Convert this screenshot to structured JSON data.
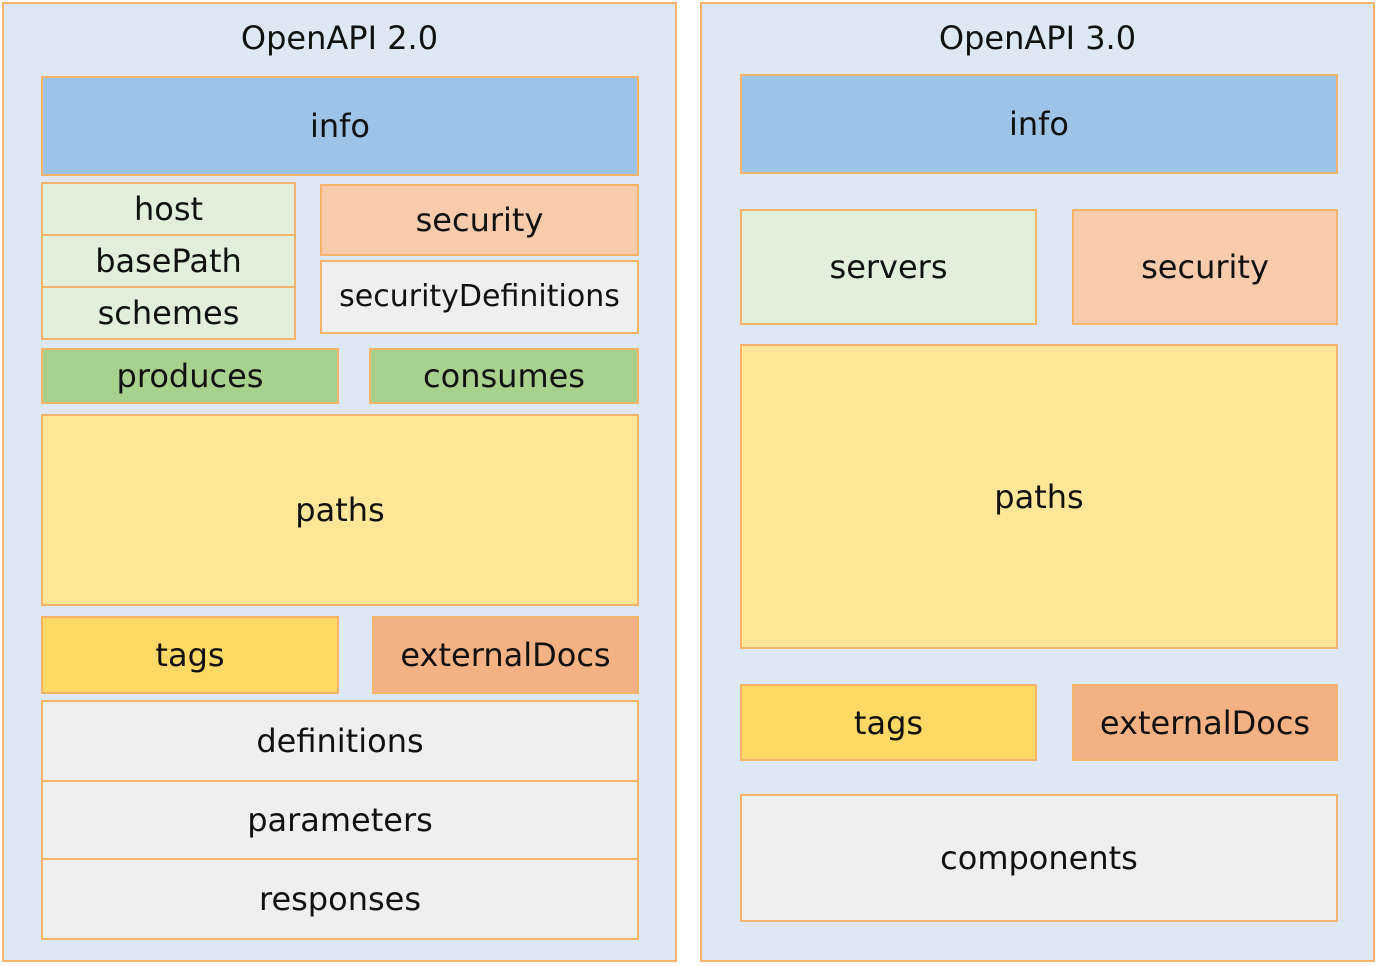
{
  "colors": {
    "panel_bg": "#dde8f4",
    "border": "#f5b46a",
    "info": "#9dc3e6",
    "light_green": "#e2efda",
    "green": "#a9d18e",
    "salmon": "#f8cbad",
    "light_gray": "#efefef",
    "light_yellow": "#ffe699",
    "yellow": "#ffd966",
    "orange": "#f4b183"
  },
  "openapi2": {
    "title": "OpenAPI 2.0",
    "info": "info",
    "host": "host",
    "basePath": "basePath",
    "schemes": "schemes",
    "security": "security",
    "securityDefinitions": "securityDefinitions",
    "produces": "produces",
    "consumes": "consumes",
    "paths": "paths",
    "tags": "tags",
    "externalDocs": "externalDocs",
    "definitions": "definitions",
    "parameters": "parameters",
    "responses": "responses"
  },
  "openapi3": {
    "title": "OpenAPI 3.0",
    "info": "info",
    "servers": "servers",
    "security": "security",
    "paths": "paths",
    "tags": "tags",
    "externalDocs": "externalDocs",
    "components": "components"
  }
}
